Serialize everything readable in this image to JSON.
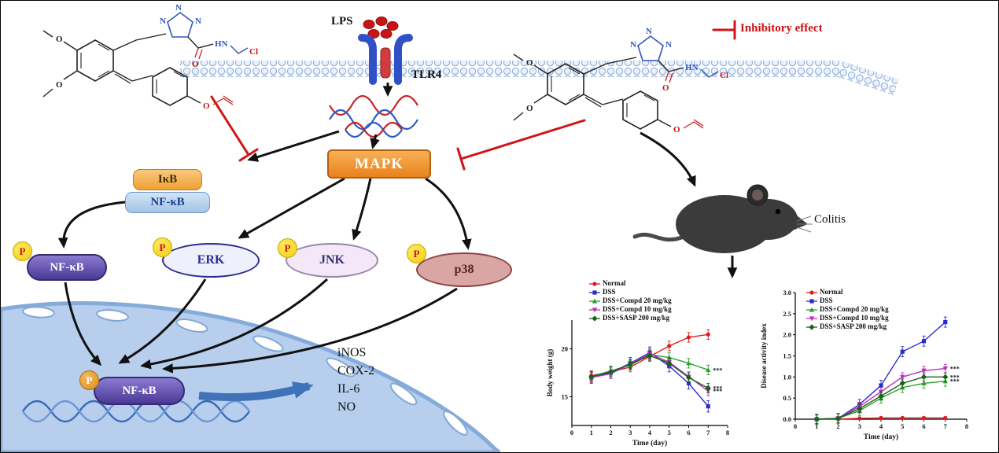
{
  "colors": {
    "accent_red": "#cc1111",
    "membrane_blue": "#93b3dd",
    "nucleus_fill": "#b7cfec",
    "mapk_orange": "#e8821e",
    "nfkb_purple": "#4a3a96"
  },
  "labels": {
    "lps": "LPS",
    "tlr4": "TLR4",
    "inhibitory_effect": "Inhibitory effect",
    "colitis": "Colitis",
    "p": "P",
    "ikb": "IκB",
    "nfkb": "NF-κB",
    "mapk": "MAPK",
    "erk": "ERK",
    "jnk": "JNK",
    "p38": "p38",
    "nfkb_cyto": "NF-κB",
    "nfkb_nuclear": "NF-κB"
  },
  "genes": [
    "iNOS",
    "COX-2",
    "IL-6",
    "NO"
  ],
  "structures": {
    "left": {
      "n1": "N",
      "n2": "N",
      "n3": "N",
      "hn": "HN",
      "o_carbonyl": "O",
      "cl": "Cl",
      "o_methoxy_top": "O",
      "o_methoxy_bottom": "O",
      "o_allyl": "O"
    },
    "right": {
      "n1": "N",
      "n2": "N",
      "n3": "N",
      "hn": "HN",
      "o_carbonyl": "O",
      "cl": "Cl",
      "o_methoxy_top": "O",
      "o_methoxy_bottom": "O",
      "o_allyl": "O"
    }
  },
  "chart_data": [
    {
      "type": "line",
      "title": "",
      "xlabel": "Time (day)",
      "ylabel": "Body weight (g)",
      "x": [
        1,
        2,
        3,
        4,
        5,
        6,
        7
      ],
      "xticks": [
        0,
        1,
        2,
        3,
        4,
        5,
        6,
        7,
        8
      ],
      "xlim": [
        0,
        8
      ],
      "ylim": [
        12,
        23
      ],
      "yticks": [
        15,
        20
      ],
      "ytick_decimals": 0,
      "grid": false,
      "legend_position": "top-left",
      "series": [
        {
          "name": "Normal",
          "color": "#e31a1c",
          "marker": "circle",
          "values": [
            17.2,
            17.6,
            18.1,
            19.2,
            20.3,
            21.2,
            21.5
          ],
          "err": 0.5
        },
        {
          "name": "DSS",
          "color": "#2a2ad1",
          "marker": "square",
          "values": [
            17.0,
            17.5,
            18.5,
            19.6,
            18.2,
            16.4,
            14.0
          ],
          "err": 0.6
        },
        {
          "name": "DSS+Compd 20 mg/kg",
          "color": "#2ca02c",
          "marker": "triangle",
          "values": [
            17.1,
            17.7,
            18.3,
            19.4,
            19.1,
            18.5,
            17.8
          ],
          "err": 0.5,
          "sig": "***"
        },
        {
          "name": "DSS+Compd 10 mg/kg",
          "color": "#c02cc0",
          "marker": "triangle-down",
          "values": [
            17.0,
            17.4,
            18.4,
            19.5,
            18.6,
            17.1,
            15.6
          ],
          "err": 0.5,
          "sig": "***"
        },
        {
          "name": "DSS+SASP 200 mg/kg",
          "color": "#146414",
          "marker": "diamond",
          "values": [
            17.1,
            17.6,
            18.4,
            19.3,
            18.5,
            17.0,
            15.9
          ],
          "err": 0.5,
          "sig": "***"
        }
      ]
    },
    {
      "type": "line",
      "title": "",
      "xlabel": "Time (day)",
      "ylabel": "Disease activity index",
      "x": [
        1,
        2,
        3,
        4,
        5,
        6,
        7
      ],
      "xticks": [
        0,
        1,
        2,
        3,
        4,
        5,
        6,
        7,
        8
      ],
      "xlim": [
        0,
        8
      ],
      "ylim": [
        0,
        3
      ],
      "yticks": [
        0,
        0.5,
        1,
        1.5,
        2,
        2.5,
        3
      ],
      "ytick_decimals": 1,
      "grid": false,
      "legend_position": "top-left",
      "series": [
        {
          "name": "Normal",
          "color": "#e31a1c",
          "marker": "circle",
          "values": [
            0,
            0,
            0.02,
            0.03,
            0.03,
            0.03,
            0.03
          ],
          "err": 0.02
        },
        {
          "name": "DSS",
          "color": "#2a2ad1",
          "marker": "square",
          "values": [
            0,
            0.02,
            0.35,
            0.8,
            1.6,
            1.85,
            2.3
          ],
          "err": 0.12
        },
        {
          "name": "DSS+Compd 20 mg/kg",
          "color": "#2ca02c",
          "marker": "triangle",
          "values": [
            0,
            0.02,
            0.2,
            0.5,
            0.75,
            0.85,
            0.9
          ],
          "err": 0.12,
          "sig": "***"
        },
        {
          "name": "DSS+Compd 10 mg/kg",
          "color": "#c02cc0",
          "marker": "triangle-down",
          "values": [
            0,
            0.02,
            0.3,
            0.65,
            1.0,
            1.15,
            1.2
          ],
          "err": 0.1,
          "sig": "***"
        },
        {
          "name": "DSS+SASP 200 mg/kg",
          "color": "#146414",
          "marker": "diamond",
          "values": [
            0,
            0.02,
            0.25,
            0.55,
            0.85,
            1.0,
            1.0
          ],
          "err": 0.1,
          "sig": "***"
        }
      ]
    }
  ]
}
